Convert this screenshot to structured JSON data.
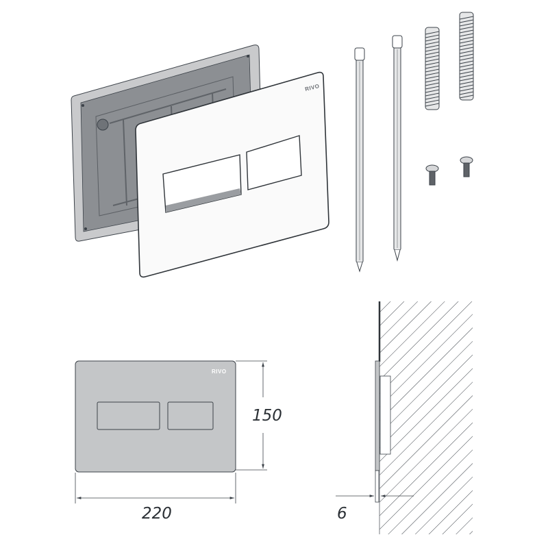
{
  "brand": "RIVO",
  "dimensions": {
    "height": "150",
    "width": "220",
    "depth": "6"
  },
  "colors": {
    "line": "#3b4148",
    "frame": "#8c8f93",
    "plate": "#c4c6c8",
    "hatch": "#3b4148"
  }
}
